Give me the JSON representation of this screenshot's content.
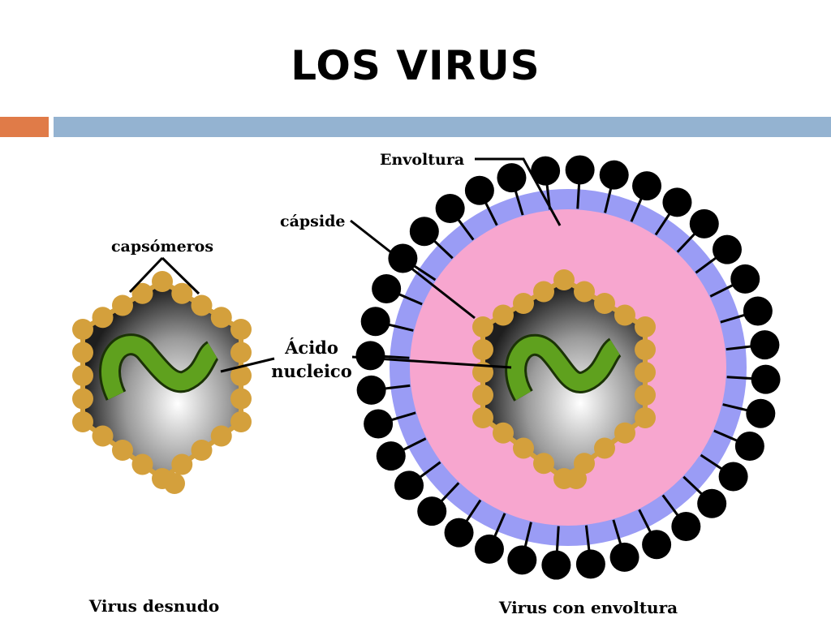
{
  "slide": {
    "title": "LOS VIRUS",
    "accent_colors": {
      "orange": "#e07b48",
      "blue": "#94b3d1"
    }
  },
  "diagram": {
    "labels": {
      "capsomeros": "capsómeros",
      "acido_line1": "Ácido",
      "acido_line2": "nucleico",
      "envoltura": "Envoltura",
      "capside": "cápside",
      "virus_desnudo": "Virus desnudo",
      "virus_envoltura": "Virus con envoltura"
    },
    "colors": {
      "capsomere": "#d4a03c",
      "nucleic_acid": "#5fa11e",
      "matrix": "#f7a6cf",
      "envelope": "#9a9cf5",
      "spike": "#000000"
    }
  }
}
